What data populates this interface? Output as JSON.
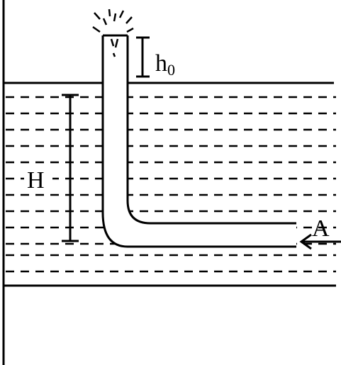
{
  "labels": {
    "h": "h",
    "h_sub": "0",
    "H": "H",
    "A": "A"
  },
  "colors": {
    "stroke": "#000000",
    "background": "#ffffff"
  }
}
